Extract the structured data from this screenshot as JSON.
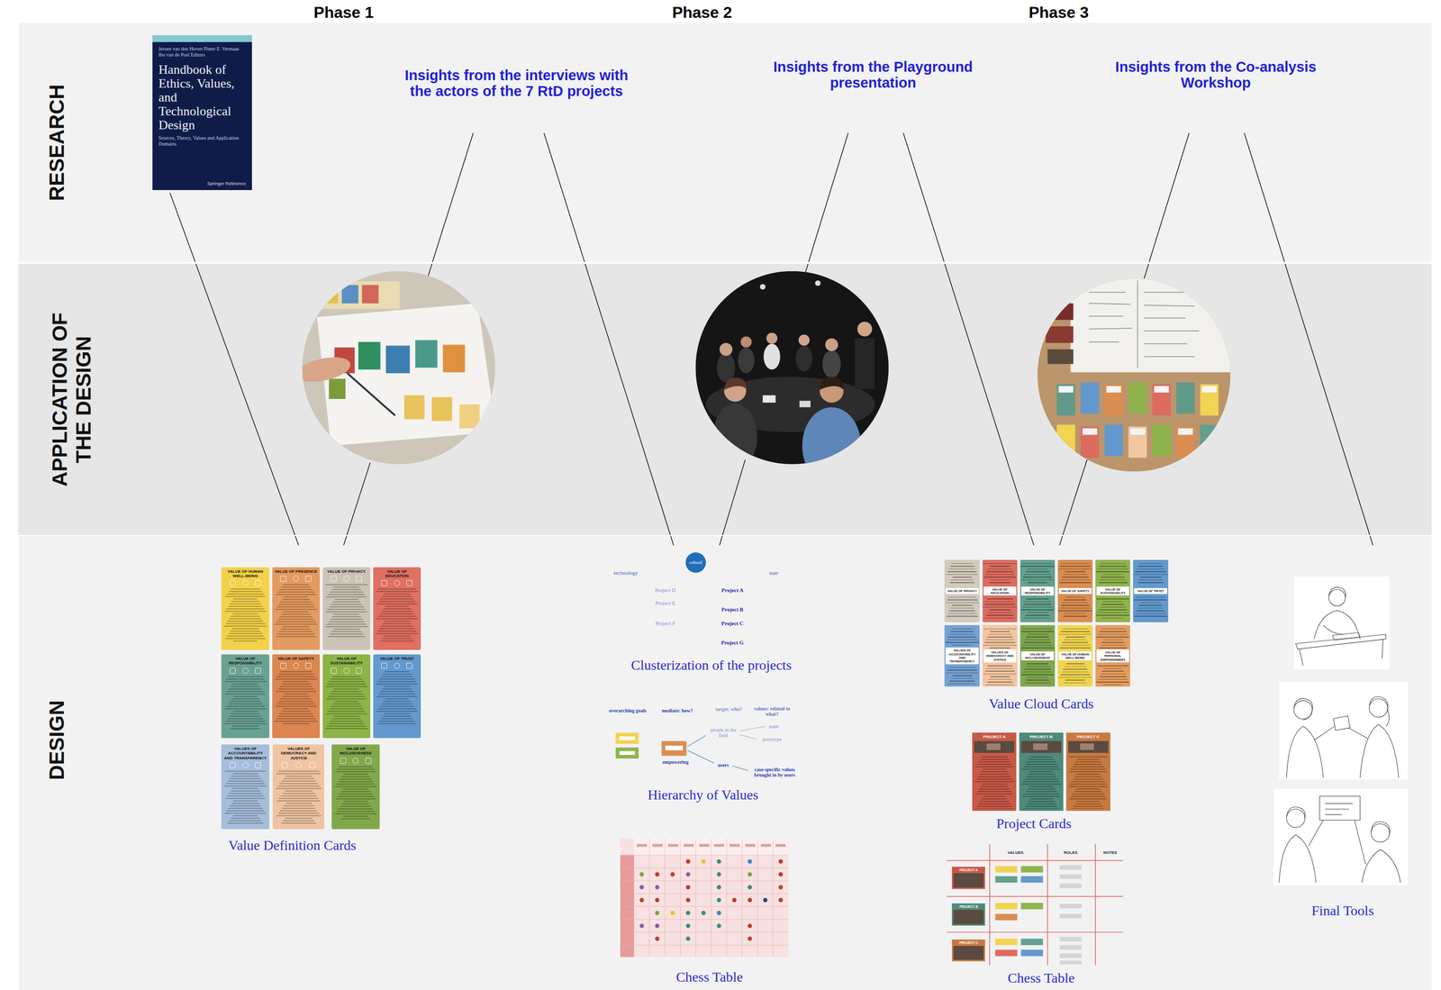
{
  "diagram": {
    "nodes": [
      {
        "text": [
          "RESEARCH"
        ]
      },
      {
        "text": [
          "Jeroen van den Hoven Pieter E. Vermaas Ibo van de Poel Editors",
          "Handbook of Ethics, Values, and Technological Design",
          "Sources, Theory, Values and Application Domains",
          "Springer Reference"
        ],
        "in": 0
      },
      {
        "text": [
          "APPLICATION OF THE DESIGN"
        ]
      },
      {
        "text": [
          "DESIGN"
        ]
      },
      {
        "text": [
          "VALUE OF HUMAN WELL-BEING"
        ],
        "in": 3
      },
      {
        "text": [
          "VALUE OF PRESENCE"
        ],
        "in": 3
      },
      {
        "text": [
          "VALUE OF PRIVACY"
        ],
        "in": 3
      },
      {
        "text": [
          "VALUE OF EDUCATION"
        ],
        "in": 3
      },
      {
        "text": [
          "VALUE OF RESPONSIBILITY"
        ],
        "in": 3
      },
      {
        "text": [
          "VALUE OF SAFETY"
        ],
        "in": 3
      },
      {
        "text": [
          "VALUE OF SUSTAINABILITY"
        ],
        "in": 3
      },
      {
        "text": [
          "VALUE OF TRUST"
        ],
        "in": 3
      },
      {
        "text": [
          "VALUES OF ACCOUNTABILITY AND TRANSPARENCY"
        ],
        "in": 3
      },
      {
        "text": [
          "VALUES OF DEMOCRACY AND JUSTICE"
        ],
        "in": 3
      },
      {
        "text": [
          "VALUE OF INCLUSIVENESS"
        ],
        "in": 3
      },
      {
        "text": [
          "cultural"
        ],
        "in": 3
      },
      {
        "text": [
          "VALUE OF PRIVACY"
        ],
        "in": 3
      },
      {
        "text": [
          "VALUE OF EDUCATION"
        ],
        "in": 3
      },
      {
        "text": [
          "VALUE OF RESPONSIBILITY"
        ],
        "in": 3
      },
      {
        "text": [
          "VALUE OF SAFETY"
        ],
        "in": 3
      },
      {
        "text": [
          "VALUE OF SUSTAINABILITY"
        ],
        "in": 3
      },
      {
        "text": [
          "VALUE OF TRUST"
        ],
        "in": 3
      },
      {
        "text": [
          "VALUES OF ACCOUNTABILITY AND TRANSPARENCY"
        ],
        "in": 3
      },
      {
        "text": [
          "VALUES OF DEMOCRACY AND JUSTICE"
        ],
        "in": 3
      },
      {
        "text": [
          "VALUE OF INCLUSIVENESS"
        ],
        "in": 3
      },
      {
        "text": [
          "VALUE OF HUMAN WELL-BEING"
        ],
        "in": 3
      },
      {
        "text": [
          "VALUE OF PERSONAL EMPOWERMENT"
        ],
        "in": 3
      },
      {
        "text": [
          "PROJECT A"
        ],
        "in": 3
      },
      {
        "text": [
          "PROJECT B"
        ],
        "in": 3
      },
      {
        "text": [
          "PROJECT C"
        ],
        "in": 3
      },
      {
        "text": [
          "PROJECT A"
        ],
        "in": 3
      },
      {
        "text": [
          "PROJECT B"
        ],
        "in": 3
      },
      {
        "text": [
          "PROJECT C"
        ],
        "in": 3
      }
    ],
    "labels": [
      "Phase 1",
      "Phase 2",
      "Phase 3",
      "Insights from the interviews with the actors of the 7 RtD projects",
      "Insights from the Playground presentation",
      "Insights from the Co-analysis Workshop",
      "Value Definition Cards",
      "technology",
      "user",
      "Project D",
      "Project E",
      "Project F",
      "Project A",
      "Project B",
      "Project C",
      "Project G",
      "Clusterization of the projects",
      "overarching goals",
      "mediate: how?",
      "target: who?",
      "values: related to what?",
      "people in the field",
      "team",
      "prototype",
      "empowering",
      "users",
      "case-specific values brought in by users",
      "Hierarchy of Values",
      "Chess Table",
      "Value Cloud Cards",
      "Project Cards",
      "VALUES",
      "ROLES",
      "NOTES",
      "Chess Table",
      "Final Tools"
    ]
  }
}
